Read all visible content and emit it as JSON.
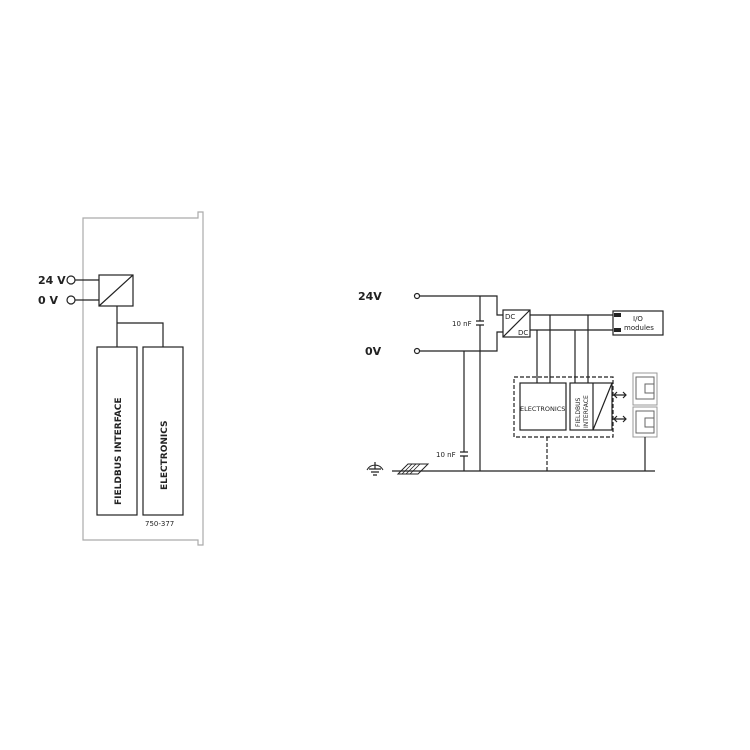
{
  "left_diagram": {
    "terminal_24v": "24 V",
    "terminal_0v": "0 V",
    "block_fieldbus": "FIELDBUS INTERFACE",
    "block_electronics": "ELECTRONICS",
    "part_number": "750-377"
  },
  "right_diagram": {
    "terminal_24v": "24V",
    "terminal_0v": "0V",
    "capacitor_top": "10 nF",
    "capacitor_bottom": "10 nF",
    "converter_top": "DC",
    "converter_bottom": "DC",
    "io_line1": "I/O",
    "io_line2": "modules",
    "block_electronics": "ELECTRONICS",
    "block_fieldbus_line1": "FIELDBUS",
    "block_fieldbus_line2": "INTERFACE"
  }
}
